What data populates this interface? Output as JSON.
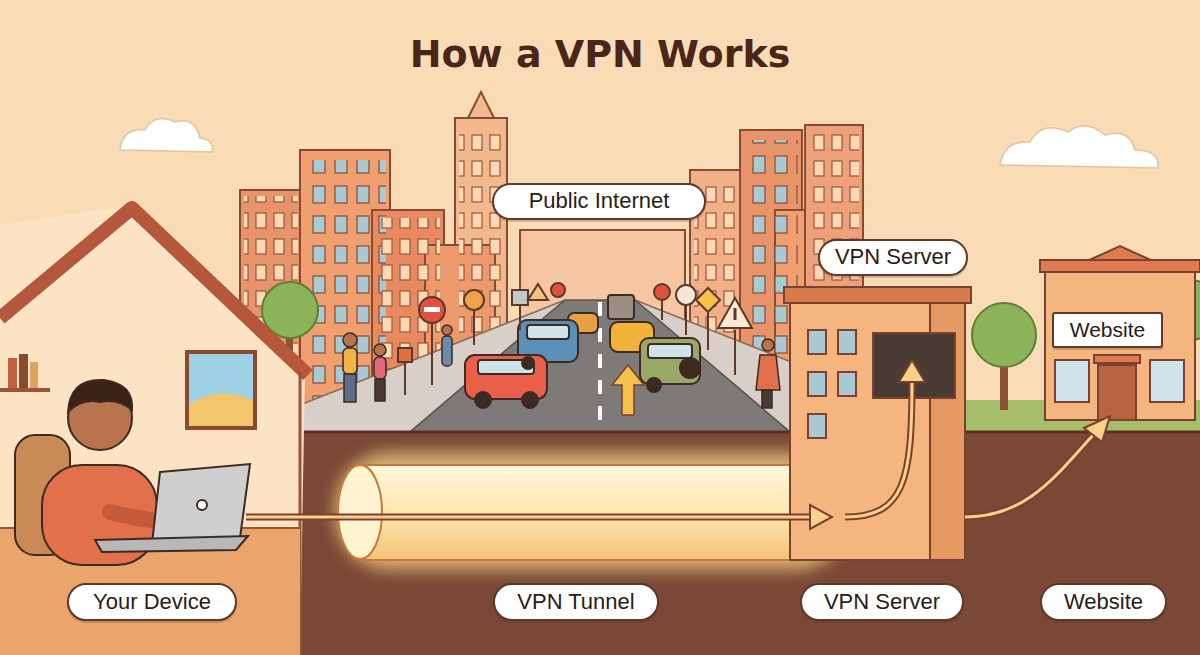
{
  "diagram": {
    "title": "How a VPN Works",
    "nodes": [
      {
        "text": [
          "Public Internet"
        ]
      },
      {
        "text": [
          "VPN Server"
        ]
      },
      {
        "text": [
          "Website"
        ]
      },
      {
        "text": [
          "Your Device"
        ]
      },
      {
        "text": [
          "VPN Tunnel"
        ]
      },
      {
        "text": [
          "VPN Server"
        ]
      },
      {
        "text": [
          "Website"
        ]
      }
    ]
  }
}
